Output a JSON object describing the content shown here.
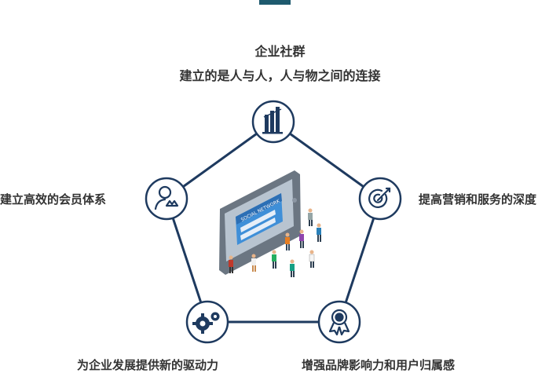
{
  "header": {
    "title": "企业社群",
    "subtitle": "建立的是人与人，人与物之间的连接"
  },
  "nodes": [
    {
      "id": "top",
      "icon": "building-chart-icon",
      "label": ""
    },
    {
      "id": "left",
      "icon": "user-crown-icon",
      "label": "建立高效的会员体系"
    },
    {
      "id": "right",
      "icon": "target-arrow-icon",
      "label": "提高营销和服务的深度"
    },
    {
      "id": "bottom-left",
      "icon": "gears-icon",
      "label": "为企业发展提供新的驱动力"
    },
    {
      "id": "bottom-right",
      "icon": "award-ribbon-icon",
      "label": "增强品牌影响力和用户归属感"
    }
  ],
  "center_illustration": {
    "icon": "phone-crowd-illustration",
    "screen_text": "SOCIAL NETWORK"
  },
  "colors": {
    "line": "#1e3a5f",
    "icon": "#1e3a5f",
    "accent": "#1e5a6e",
    "text": "#333333"
  }
}
